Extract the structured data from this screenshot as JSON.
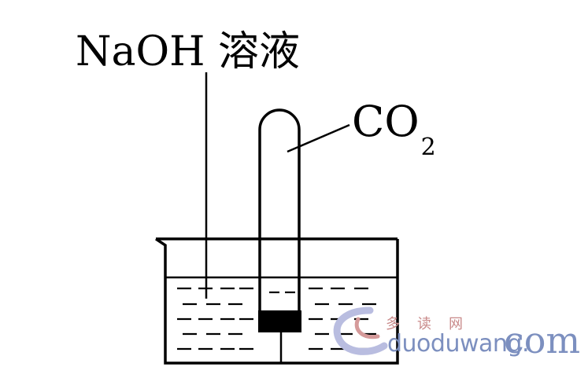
{
  "labels": {
    "solution": "NaOH 溶液",
    "gas_main": "CO",
    "gas_sub": "2"
  },
  "watermark": {
    "chinese": "多读网",
    "url": "duoduwang.",
    "tld": "com"
  },
  "colors": {
    "ink": "#000000",
    "watermark_red": "#c98a8a",
    "watermark_blue": "#7c8fbf"
  }
}
